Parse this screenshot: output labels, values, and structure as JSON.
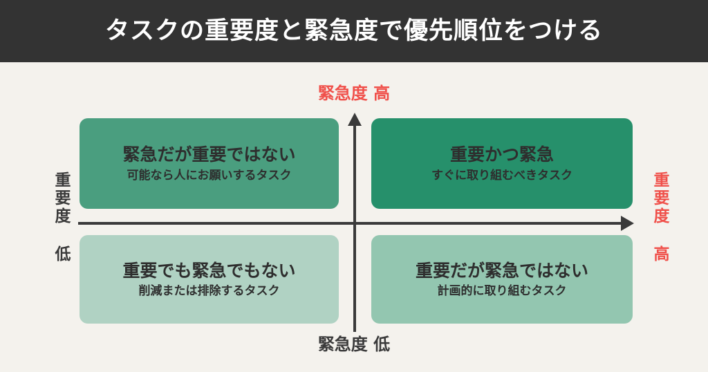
{
  "header": {
    "title": "タスクの重要度と緊急度で優先順位をつける",
    "background_color": "#333333",
    "text_color": "#FFFFFF"
  },
  "page": {
    "background_color": "#F4F2ED",
    "accent_red": "#F0504A",
    "axis_color": "#3A3A3A"
  },
  "axes": {
    "top_label": "緊急度 高",
    "bottom_label": "緊急度 低",
    "left_label": "重要度 低",
    "right_label": "重要度 高",
    "vertical_arrow_icon": "arrow-up-icon",
    "horizontal_arrow_icon": "arrow-right-icon"
  },
  "quadrants": [
    {
      "position": "top-left",
      "title": "緊急だが重要ではない",
      "subtitle": "可能なら人にお願いするタスク",
      "color": "#4A9E7F"
    },
    {
      "position": "top-right",
      "title": "重要かつ緊急",
      "subtitle": "すぐに取り組むべきタスク",
      "color": "#26906B"
    },
    {
      "position": "bottom-left",
      "title": "重要でも緊急でもない",
      "subtitle": "削減または排除するタスク",
      "color": "#B0D2C3"
    },
    {
      "position": "bottom-right",
      "title": "重要だが緊急ではない",
      "subtitle": "計画的に取り組むタスク",
      "color": "#93C6B0"
    }
  ]
}
